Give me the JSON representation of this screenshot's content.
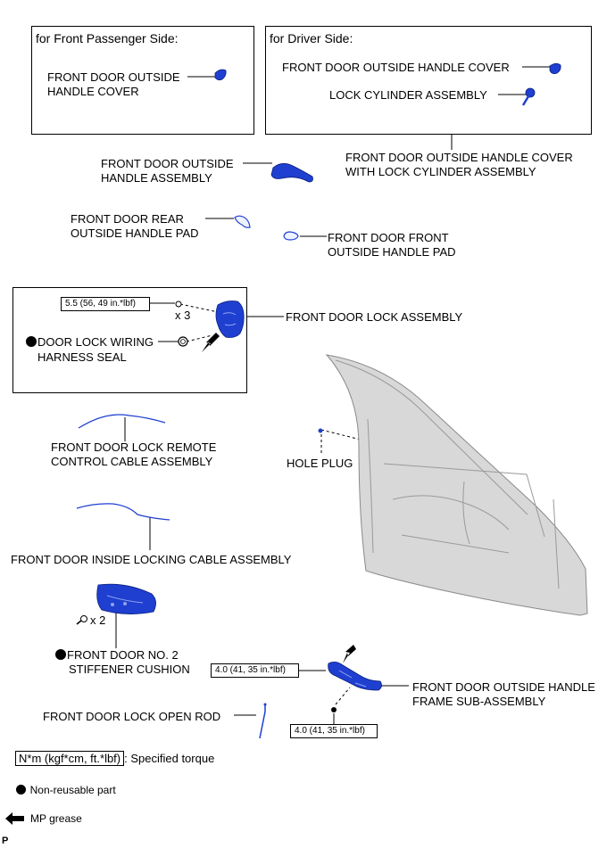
{
  "boxes": {
    "passenger_title": "for Front Passenger Side:",
    "driver_title": "for Driver Side:"
  },
  "labels": {
    "passenger_handle_cover_1": "FRONT DOOR OUTSIDE",
    "passenger_handle_cover_2": "HANDLE COVER",
    "driver_handle_cover": "FRONT DOOR OUTSIDE HANDLE COVER",
    "lock_cylinder": "LOCK CYLINDER ASSEMBLY",
    "cover_with_cylinder_1": "FRONT DOOR OUTSIDE HANDLE COVER",
    "cover_with_cylinder_2": "WITH LOCK CYLINDER ASSEMBLY",
    "handle_assembly_1": "FRONT DOOR OUTSIDE",
    "handle_assembly_2": "HANDLE ASSEMBLY",
    "rear_pad_1": "FRONT DOOR REAR",
    "rear_pad_2": "OUTSIDE HANDLE PAD",
    "front_pad_1": "FRONT DOOR FRONT",
    "front_pad_2": "OUTSIDE HANDLE PAD",
    "lock_assembly": "FRONT DOOR LOCK ASSEMBLY",
    "wiring_seal_1": "DOOR LOCK WIRING",
    "wiring_seal_2": "HARNESS SEAL",
    "quantity_x3": "x 3",
    "remote_cable_1": "FRONT DOOR LOCK REMOTE",
    "remote_cable_2": "CONTROL CABLE ASSEMBLY",
    "hole_plug": "HOLE PLUG",
    "inside_locking_cable": "FRONT DOOR INSIDE LOCKING CABLE ASSEMBLY",
    "quantity_x2": "x 2",
    "stiffener_1": "FRONT DOOR NO. 2",
    "stiffener_2": "STIFFENER CUSHION",
    "frame_sub_1": "FRONT DOOR OUTSIDE HANDLE",
    "frame_sub_2": "FRAME SUB-ASSEMBLY",
    "open_rod": "FRONT DOOR LOCK OPEN ROD"
  },
  "torques": {
    "lock_screw": "5.5 (56, 49 in.*lbf)",
    "frame_upper": "4.0 (41, 35 in.*lbf)",
    "frame_lower": "4.0 (41, 35 in.*lbf)"
  },
  "legend": {
    "torque_unit": "N*m (kgf*cm, ft.*lbf)",
    "torque_desc": ": Specified torque",
    "nonreusable": "Non-reusable part",
    "grease": "MP grease"
  },
  "footer": {
    "code": "P"
  },
  "colors": {
    "part_blue": "#1f3fd0",
    "door_grey": "#d8d8d8"
  }
}
